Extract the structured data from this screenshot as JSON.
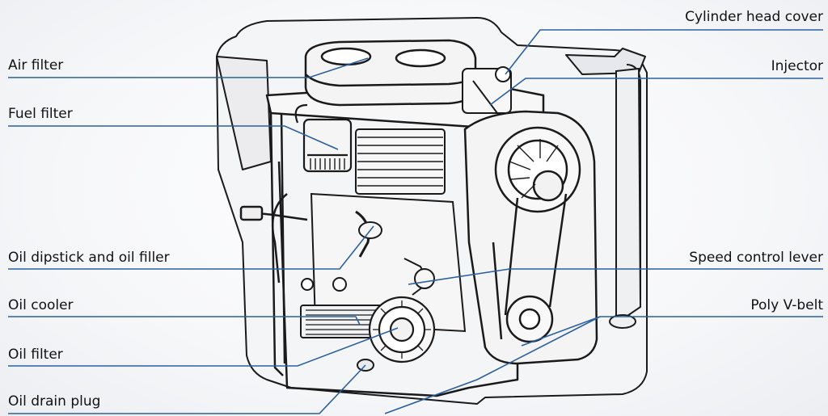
{
  "colors": {
    "leader": "#2a5f9e",
    "outline": "#1a1a1a",
    "panel": "#f3f4f6"
  },
  "labels": {
    "air_filter": "Air filter",
    "fuel_filter": "Fuel filter",
    "oil_dipstick": "Oil dipstick and oil filler",
    "oil_cooler": "Oil cooler",
    "oil_filter": "Oil filter",
    "oil_drain_plug": "Oil drain plug",
    "cylinder_head_cover": "Cylinder head cover",
    "injector": "Injector",
    "speed_control_lever": "Speed control lever",
    "poly_v_belt": "Poly V-belt"
  }
}
